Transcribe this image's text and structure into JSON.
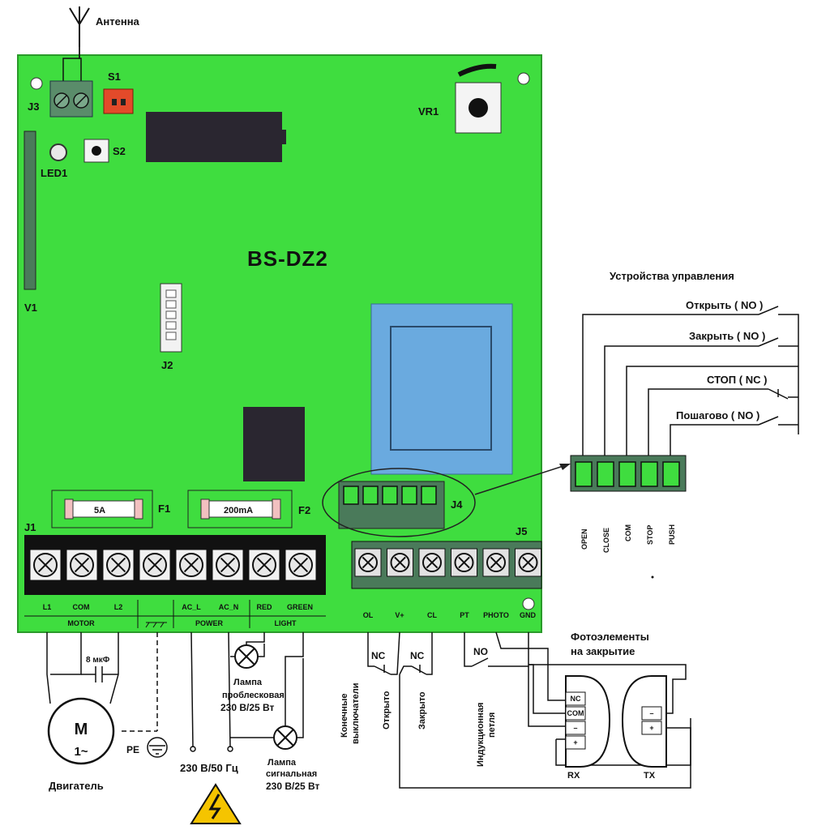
{
  "board": {
    "title": "BS-DZ2",
    "color": "#3fdd3f"
  },
  "antenna": {
    "label": "Антенна"
  },
  "components": {
    "j3": "J3",
    "s1": "S1",
    "s2": "S2",
    "led1": "LED1",
    "vr1": "VR1",
    "v1": "V1",
    "j2": "J2",
    "f1": "F1",
    "f2": "F2",
    "j1": "J1",
    "j4": "J4",
    "j5": "J5"
  },
  "fuses": {
    "f1_value": "5A",
    "f2_value": "200mA"
  },
  "j1_terminals": [
    "L1",
    "COM",
    "L2",
    "",
    "AC_L",
    "AC_N",
    "RED",
    "GREEN"
  ],
  "j1_groups": [
    "MOTOR",
    "POWER",
    "LIGHT"
  ],
  "j5_terminals": [
    "OL",
    "V+",
    "CL",
    "PT",
    "PHOTO",
    "GND"
  ],
  "control": {
    "heading": "Устройства управления",
    "buttons": [
      "Открыть ( NO )",
      "Закрыть ( NO )",
      "СТОП ( NC )",
      "Пошагово ( NO )"
    ],
    "connector_pins": [
      "OPEN",
      "CLOSE",
      "COM",
      "STOP",
      "PUSH"
    ]
  },
  "motor": {
    "symbol": "M",
    "phase": "1~",
    "label": "Двигатель",
    "capacitor": "8 мкФ",
    "pe": "PE"
  },
  "power": {
    "label": "230 В/50 Гц"
  },
  "lamps": {
    "flash_l1": "Лампа",
    "flash_l2": "проблесковая",
    "flash_l3": "230 В/25 Вт",
    "signal_l1": "Лампа",
    "signal_l2": "сигнальная",
    "signal_l3": "230 В/25 Вт"
  },
  "limits": {
    "nc1": "NC",
    "nc2": "NC",
    "no": "NO",
    "label_l1": "Конечные",
    "label_l2": "выключатели",
    "open": "Открыто",
    "closed": "Закрыто",
    "loop_l1": "Индукционная",
    "loop_l2": "петля"
  },
  "photo": {
    "heading_l1": "Фотоэлементы",
    "heading_l2": "на закрытие",
    "rx": "RX",
    "tx": "TX",
    "rx_pins": [
      "NC",
      "COM",
      "–",
      "+"
    ],
    "tx_pins": [
      "–",
      "+"
    ]
  }
}
